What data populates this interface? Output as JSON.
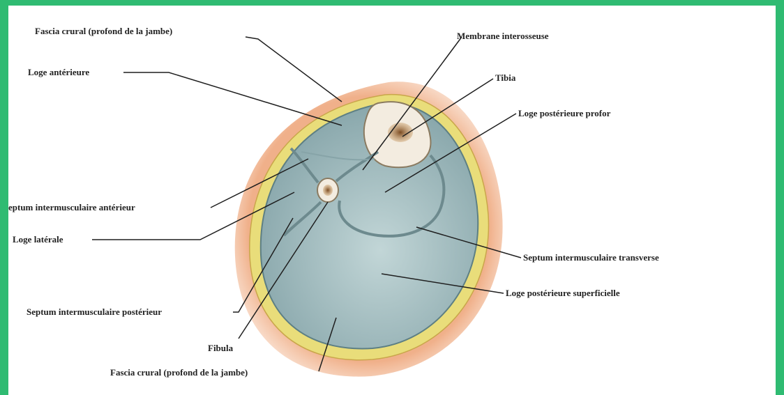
{
  "labels": {
    "fascia_top": "Fascia crural (profond de la jambe)",
    "membrane": "Membrane interosseuse",
    "loge_anterieure": "Loge antérieure",
    "tibia": "Tibia",
    "loge_post_profonde": "Loge postérieure profor",
    "septum_anterieur": "eptum intermusculaire antérieur",
    "loge_laterale": "Loge latérale",
    "septum_transverse": "Septum intermusculaire transverse",
    "loge_post_superficielle": "Loge postérieure superficielle",
    "septum_posterieur": "Septum intermusculaire postérieur",
    "fibula": "Fibula",
    "fascia_bottom": "Fascia crural (profond de la jambe)"
  },
  "colors": {
    "frame_border": "#2fbb72",
    "skin": "#e8a27c",
    "fat": "#e9dd7a",
    "muscle": "#a8c4c6",
    "bone": "#f3ece0",
    "marrow": "#9a6b3b"
  }
}
